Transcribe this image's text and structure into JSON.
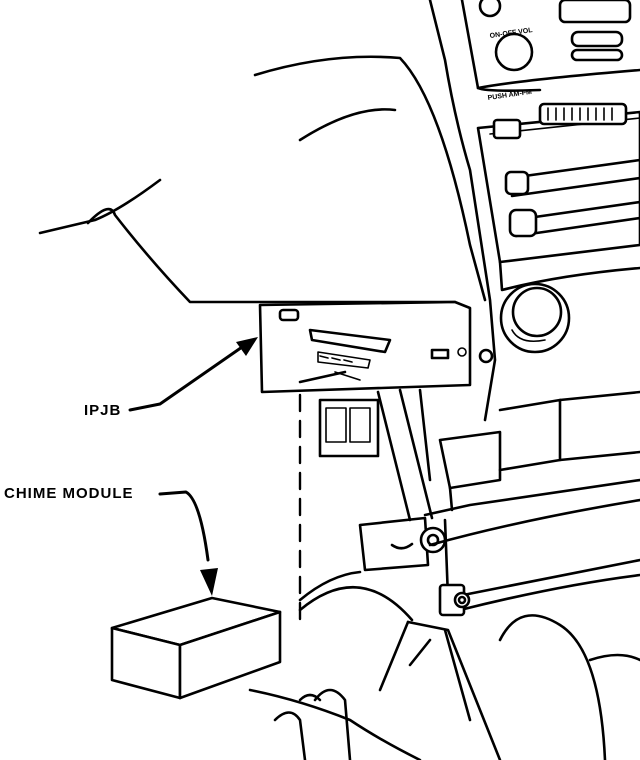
{
  "callouts": {
    "ipjb": "IPJB",
    "chime_module": "CHIME MODULE"
  },
  "radio": {
    "label_onoff_vol": "ON-OFF VOL",
    "label_push_am_fm": "PUSH AM-FM"
  },
  "colors": {
    "ink": "#000000",
    "paper": "#ffffff"
  }
}
